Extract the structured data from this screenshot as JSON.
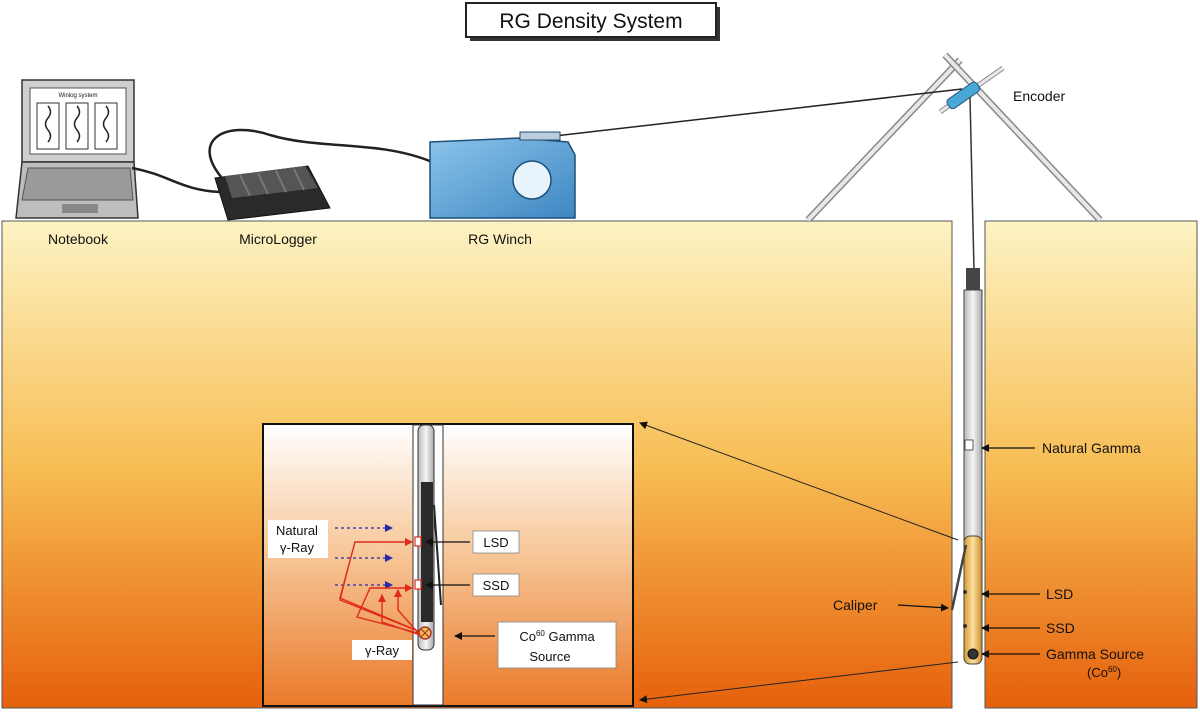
{
  "title": "RG Density System",
  "equipment": {
    "notebook_label": "Notebook",
    "logger_label": "MicroLogger",
    "winch_label": "RG Winch",
    "encoder_label": "Encoder",
    "screen_header": "Winlog system"
  },
  "probe_labels": {
    "natural_gamma": "Natural Gamma",
    "caliper": "Caliper",
    "lsd": "LSD",
    "ssd": "SSD",
    "gamma_source_line1": "Gamma Source",
    "gamma_source_line2_prefix": "(Co",
    "gamma_source_sup": "60",
    "gamma_source_line2_suffix": ")"
  },
  "inset": {
    "natural_ray_line1": "Natural",
    "natural_ray_line2": "γ-Ray",
    "gamma_ray": "γ-Ray",
    "lsd": "LSD",
    "ssd": "SSD",
    "co_prefix": "Co",
    "co_sup": "60",
    "co_suffix": " Gamma",
    "source": "Source"
  },
  "colors": {
    "ground_top": "#fdf3c4",
    "ground_mid": "#f6b240",
    "ground_bottom": "#e8630c",
    "winch": "#5aa6d8",
    "ray_red": "#e02a1a",
    "ray_blue": "#2a2aa8",
    "probe": "#d8d8d8",
    "probe_lower": "#f0c060"
  }
}
